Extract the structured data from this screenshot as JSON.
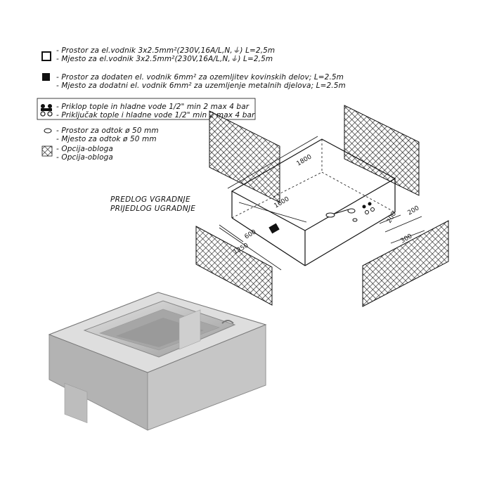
{
  "legend": {
    "electric_supply": {
      "line1": "- Prostor za el.vodnik 3x2.5mm²(230V,16A/L,N,⏚)   L=2,5m",
      "line2": "- Mjesto za el.vodnik 3x2.5mm²(230V,16A/L,N,⏚)   L=2,5m",
      "icon": "open-square-icon"
    },
    "earthing": {
      "line1": "- Prostor za dodaten el. vodnik 6mm² za ozemljitev kovinskih delov;   L=2.5m",
      "line2": "- Mjesto za dodatni el. vodnik 6mm² za uzemljenje metalnih djelova;   L=2.5m",
      "icon": "filled-square-icon"
    },
    "water_connection": {
      "line1": "- Priklop tople in hladne vode 1/2\"  min 2 max 4 bar",
      "line2": "- Priključak tople i hladne vode 1/2\"  min 2 max 4 bar",
      "icon": "water-valves-icon"
    },
    "drain": {
      "line1": "- Prostor za odtok ø 50 mm",
      "line2": "- Mjesto za odtok ø 50 mm",
      "icon": "drain-oval-icon"
    },
    "cladding": {
      "line1": "- Opcija-obloga",
      "line2": "- Opcija-obloga",
      "icon": "crosshatch-panel-icon"
    }
  },
  "installation": {
    "title_line1": "PREDLOG VGRADNJE",
    "title_line2": "PRIJEDLOG UGRADNJE"
  },
  "dimensions": {
    "d1800": "1800",
    "d1600": "1600",
    "d600": "600",
    "d1250": "1250",
    "d200a": "200",
    "d200b": "200",
    "d300": "300"
  },
  "colors": {
    "line": "#111111",
    "tub_light": "#d9d9d9",
    "tub_mid": "#b5b5b5",
    "tub_dark": "#8f8f8f"
  }
}
